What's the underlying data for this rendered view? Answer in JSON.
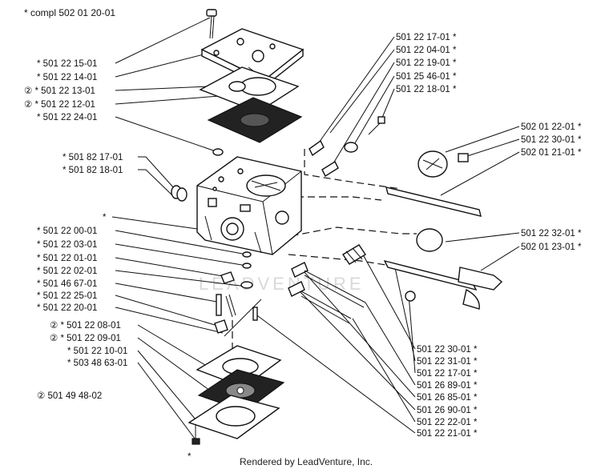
{
  "header": {
    "assembly": "*  compl 502 01 20-01"
  },
  "labels_left": [
    "*  501 22 15-01",
    "*  501 22 14-01",
    "②  *  501 22 13-01",
    "②  *  501 22 12-01",
    "*  501 22 24-01",
    "*  501 82 17-01",
    "*  501 82 18-01",
    "*",
    "*  501 22 00-01",
    "*  501 22 03-01",
    "*  501 22 01-01",
    "*  501 22 02-01",
    "*  501 46 67-01",
    "*  501 22 25-01",
    "*  501 22 20-01",
    "②  *  501 22 08-01",
    "②  *  501 22 09-01",
    "*  501 22 10-01",
    "*  503 48 63-01",
    "②  501 49 48-02"
  ],
  "labels_top_right": [
    "501 22 17-01  *",
    "501 22 04-01  *",
    "501 22 19-01  *",
    "501 25 46-01  *",
    "501 22 18-01  *"
  ],
  "labels_far_right": [
    "502 01 22-01  *",
    "501 22 30-01  *",
    "502 01 21-01  *",
    "501 22 32-01  *",
    "502 01 23-01  *"
  ],
  "labels_bottom_right": [
    "501 22 30-01  *",
    "501 22 31-01  *",
    "501 22 17-01  *",
    "501 26 89-01  *",
    "501 26 85-01  *",
    "501 26 90-01  *",
    "501 22 22-01  *",
    "501 22 21-01  *"
  ],
  "footer": {
    "credit": "Rendered by LeadVenture, Inc.",
    "bottom_mark": "*"
  },
  "watermark": "LEADVENTURE"
}
